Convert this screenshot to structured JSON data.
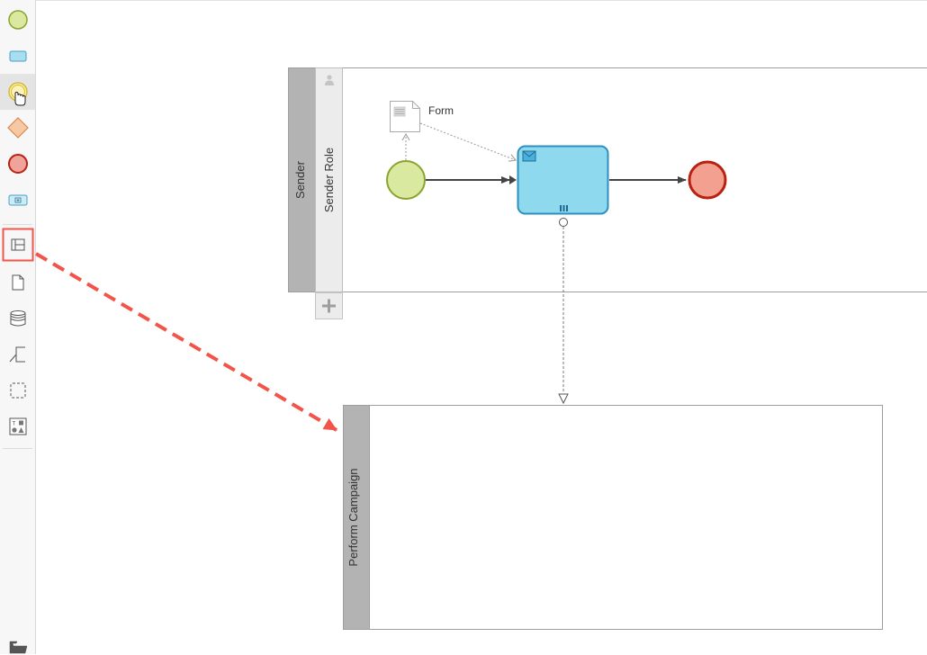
{
  "palette": {
    "items": [
      {
        "name": "palette-start-event",
        "icon": "start-event-icon"
      },
      {
        "name": "palette-task",
        "icon": "task-icon"
      },
      {
        "name": "palette-intermediate-event",
        "icon": "intermediate-event-icon"
      },
      {
        "name": "palette-gateway",
        "icon": "gateway-icon"
      },
      {
        "name": "palette-end-event",
        "icon": "end-event-icon"
      },
      {
        "name": "palette-subprocess",
        "icon": "subprocess-icon"
      },
      {
        "name": "palette-pool",
        "icon": "pool-icon"
      },
      {
        "name": "palette-data-object",
        "icon": "data-object-icon"
      },
      {
        "name": "palette-data-store",
        "icon": "data-store-icon"
      },
      {
        "name": "palette-annotation",
        "icon": "annotation-icon"
      },
      {
        "name": "palette-group",
        "icon": "group-icon"
      },
      {
        "name": "palette-custom-shapes",
        "icon": "custom-shapes-icon"
      },
      {
        "name": "palette-folder",
        "icon": "folder-icon"
      }
    ]
  },
  "diagram": {
    "pool1": {
      "label": "Sender",
      "lane_label": "Sender Role"
    },
    "data_object": {
      "label": "Form"
    },
    "pool2": {
      "label": "Perform Campaign"
    },
    "colors": {
      "start_fill": "#d9e9a0",
      "start_stroke": "#8aa32e",
      "task_fill": "#8fd9ee",
      "task_stroke": "#2d8fbf",
      "end_fill": "#f4a090",
      "end_stroke": "#b82211",
      "gateway_fill": "#f6c9a4",
      "gateway_stroke": "#d98a4d",
      "pool_header": "#b3b3b3",
      "lane_header": "#ececec",
      "highlight": "#f2544a"
    }
  }
}
